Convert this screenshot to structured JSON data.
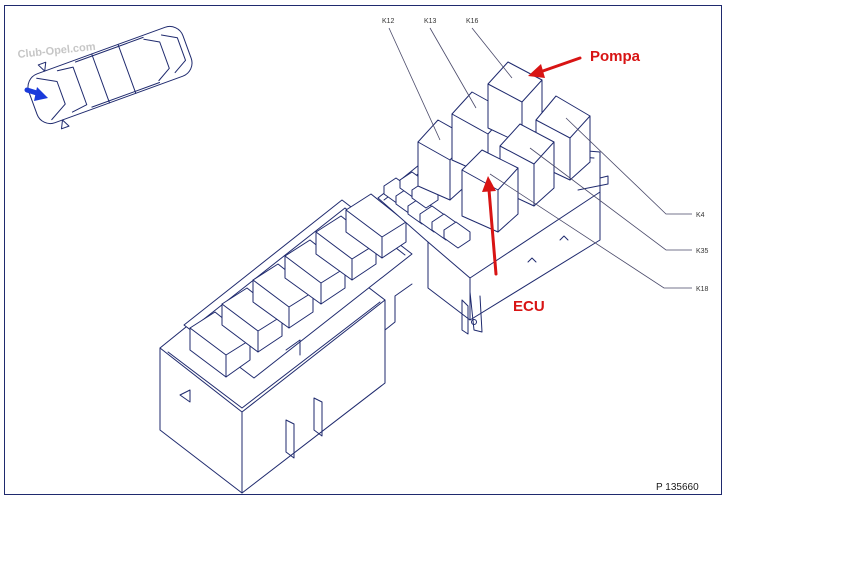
{
  "diagram": {
    "relay_labels": {
      "k12": "K12",
      "k13": "K13",
      "k16": "K16",
      "k4": "K4",
      "k35": "K35",
      "k18": "K18"
    },
    "callouts": {
      "pompa": "Pompa",
      "ecu": "ECU"
    },
    "reference_code": "P 135660",
    "watermark": "Club-Opel.com",
    "colors": {
      "line": "#1f2a6e",
      "callout": "#d81414",
      "locator_arrow": "#1a3adb"
    },
    "locator_icon": "car-top-view-icon"
  }
}
